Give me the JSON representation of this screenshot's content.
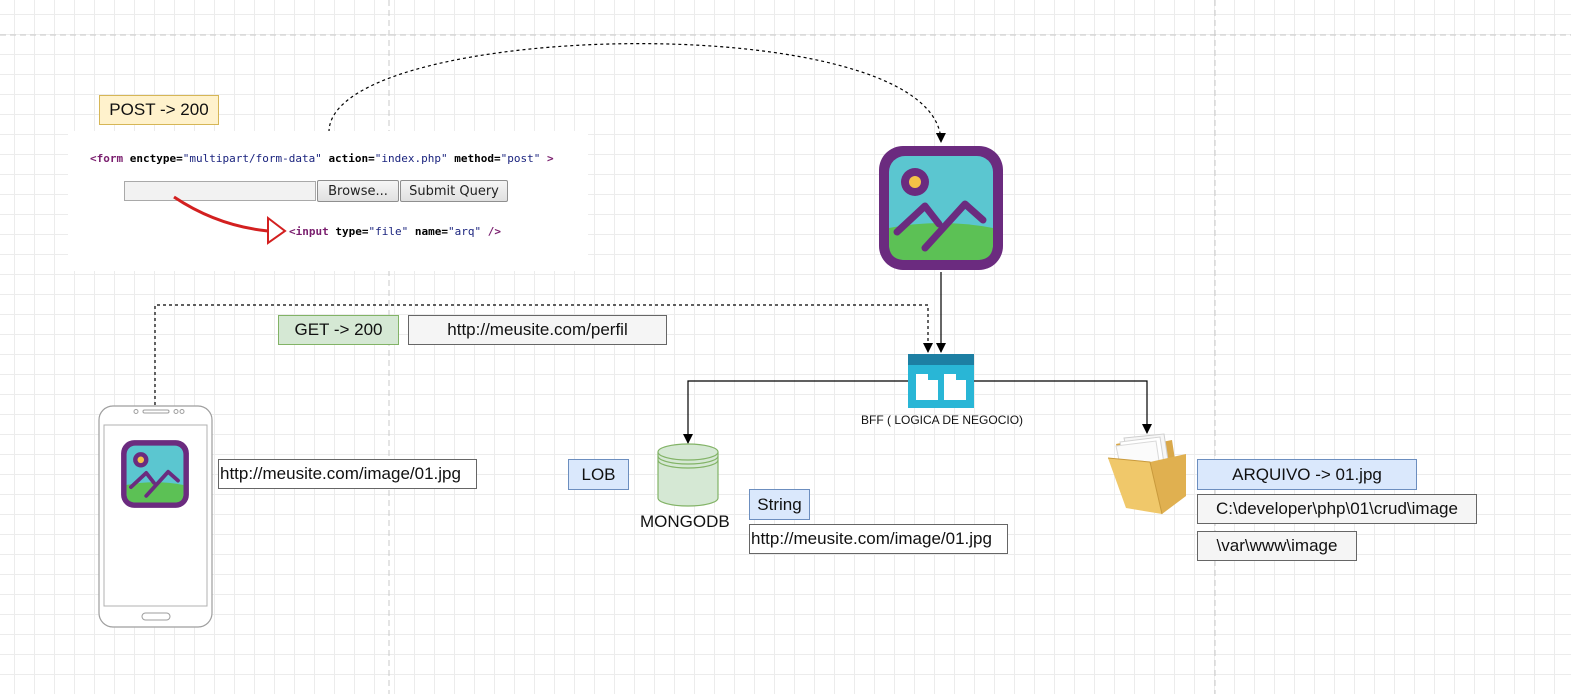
{
  "labels": {
    "post_status": "POST -> 200",
    "get_status": "GET -> 200",
    "perfil_url": "http://meusite.com/perfil",
    "phone_image_url": "http://meusite.com/image/01.jpg",
    "lob": "LOB",
    "mongodb": "MONGODB",
    "string": "String",
    "mongo_image_url": "http://meusite.com/image/01.jpg",
    "bff": "BFF ( LOGICA DE NEGOCIO)",
    "arquivo": "ARQUIVO -> 01.jpg",
    "windows_path": "C:\\developer\\php\\01\\crud\\image",
    "linux_path": "\\var\\www\\image"
  },
  "code_panel": {
    "form_tag": "<form",
    "form_attr_enctype": "enctype=",
    "form_val_enctype": "\"multipart/form-data\"",
    "form_attr_action": "action=",
    "form_val_action": "\"index.php\"",
    "form_attr_method": "method=",
    "form_val_method": "\"post\"",
    "form_close": ">",
    "input_tag": "<input",
    "input_attr_type": "type=",
    "input_val_type": "\"file\"",
    "input_attr_name": "name=",
    "input_val_name": "\"arq\"",
    "input_close": "/>",
    "browse_button": "Browse...",
    "submit_button": "Submit Query"
  },
  "colors": {
    "image_icon_frame": "#6b2b7f",
    "image_icon_sky": "#5bc6d0",
    "image_icon_grass": "#5cc155",
    "sun": "#f4c247",
    "bff_icon": "#29b6d6",
    "arrow_red": "#d32020"
  },
  "icons": [
    "image-icon",
    "smartphone-icon",
    "database-icon",
    "bff-app-icon",
    "folder-icon"
  ]
}
